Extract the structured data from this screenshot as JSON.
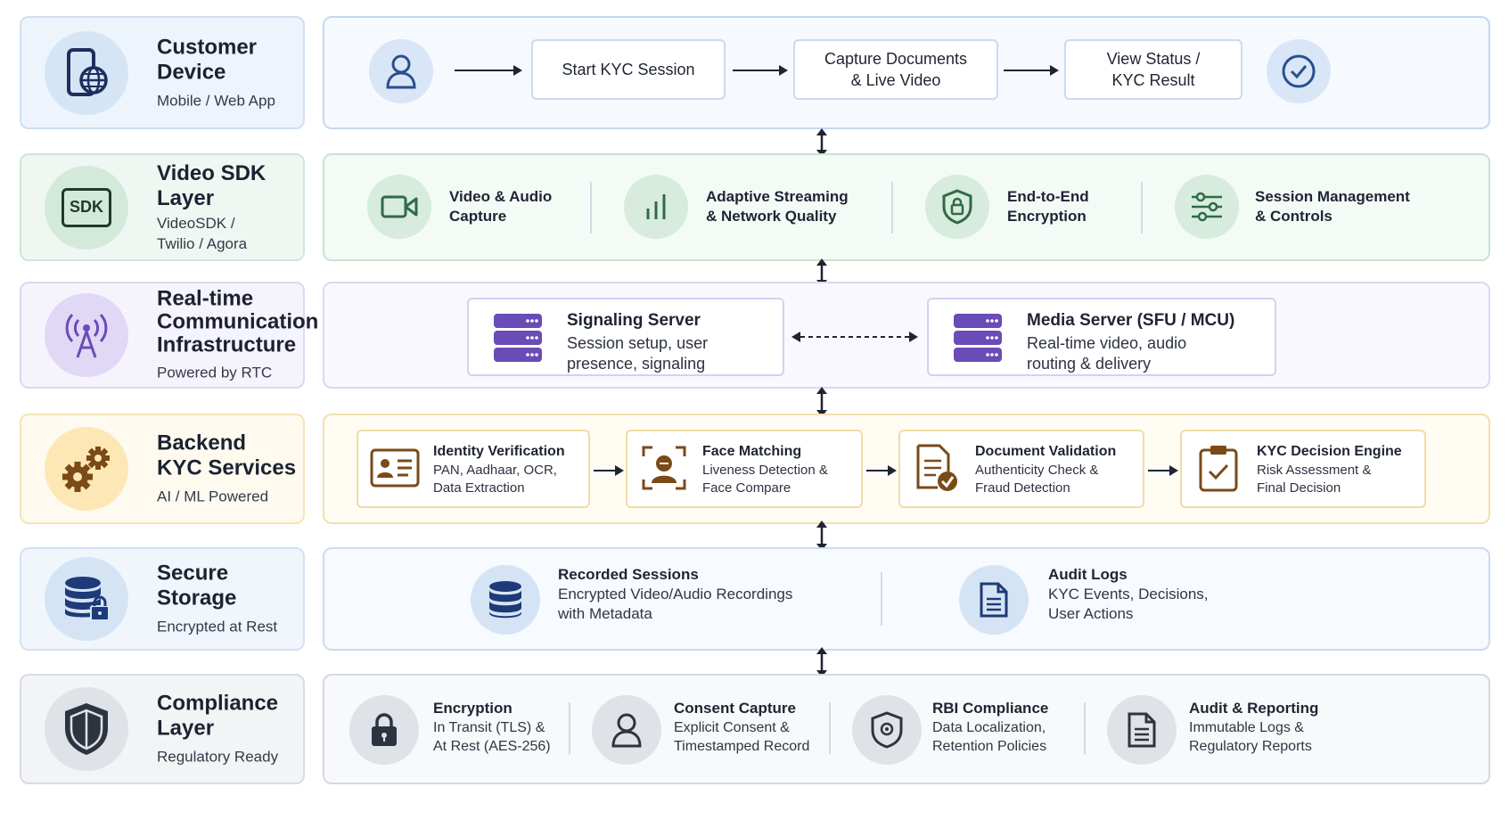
{
  "colors": {
    "blue": "#2a4f8f",
    "green": "#2f6a46",
    "purple": "#6a4bb8",
    "amber": "#7a4a17",
    "navy": "#1e3a78",
    "gray": "#2d3440"
  },
  "rows": {
    "device": {
      "title_1": "Customer",
      "title_2": "Device",
      "subtitle": "Mobile / Web App",
      "icon": "mobile-globe-icon",
      "flow": {
        "user_icon": "user-icon",
        "step1": "Start KYC Session",
        "step2_1": "Capture Documents",
        "step2_2": "& Live Video",
        "step3_1": "View Status /",
        "step3_2": "KYC Result",
        "done_icon": "check-circle-icon"
      }
    },
    "sdk": {
      "title_1": "Video SDK",
      "title_2": "Layer",
      "subtitle_1": "VideoSDK /",
      "subtitle_2": "Twilio / Agora",
      "icon_text": "SDK",
      "features": [
        {
          "icon": "video-camera-icon",
          "line1": "Video & Audio",
          "line2": "Capture"
        },
        {
          "icon": "signal-bars-icon",
          "line1": "Adaptive Streaming",
          "line2": "& Network Quality"
        },
        {
          "icon": "shield-lock-icon",
          "line1": "End-to-End",
          "line2": "Encryption"
        },
        {
          "icon": "sliders-icon",
          "line1": "Session Management",
          "line2": "& Controls"
        }
      ]
    },
    "rtc": {
      "title_1": "Real-time",
      "title_2": "Communication",
      "title_3": "Infrastructure",
      "subtitle": "Powered by RTC",
      "icon": "antenna-tower-icon",
      "signaling": {
        "title": "Signaling Server",
        "line1": "Session setup, user",
        "line2": "presence, signaling"
      },
      "media": {
        "title": "Media Server (SFU / MCU)",
        "line1": "Real-time video, audio",
        "line2": "routing & delivery"
      }
    },
    "backend": {
      "title_1": "Backend",
      "title_2": "KYC Services",
      "subtitle": "AI / ML Powered",
      "icon": "gears-icon",
      "services": [
        {
          "icon": "id-card-icon",
          "title": "Identity Verification",
          "line1": "PAN, Aadhaar, OCR,",
          "line2": "Data Extraction"
        },
        {
          "icon": "face-scan-icon",
          "title": "Face Matching",
          "line1": "Liveness Detection &",
          "line2": "Face Compare"
        },
        {
          "icon": "document-check-icon",
          "title": "Document Validation",
          "line1": "Authenticity Check &",
          "line2": "Fraud Detection"
        },
        {
          "icon": "clipboard-check-icon",
          "title": "KYC Decision Engine",
          "line1": "Risk Assessment &",
          "line2": "Final Decision"
        }
      ]
    },
    "storage": {
      "title_1": "Secure",
      "title_2": "Storage",
      "subtitle": "Encrypted at Rest",
      "icon": "database-lock-icon",
      "items": [
        {
          "icon": "database-icon",
          "title": "Recorded Sessions",
          "line1": "Encrypted Video/Audio Recordings",
          "line2": "with Metadata"
        },
        {
          "icon": "document-icon",
          "title": "Audit Logs",
          "line1": "KYC Events, Decisions,",
          "line2": "User Actions"
        }
      ]
    },
    "compliance": {
      "title_1": "Compliance",
      "title_2": "Layer",
      "subtitle": "Regulatory Ready",
      "icon": "shield-icon",
      "items": [
        {
          "icon": "padlock-icon",
          "title": "Encryption",
          "line1": "In Transit (TLS) &",
          "line2": "At Rest (AES-256)"
        },
        {
          "icon": "user-icon",
          "title": "Consent Capture",
          "line1": "Explicit Consent &",
          "line2": "Timestamped Record"
        },
        {
          "icon": "shield-badge-icon",
          "title": "RBI Compliance",
          "line1": "Data Localization,",
          "line2": "Retention Policies"
        },
        {
          "icon": "document-icon",
          "title": "Audit & Reporting",
          "line1": "Immutable Logs &",
          "line2": "Regulatory Reports"
        }
      ]
    }
  }
}
